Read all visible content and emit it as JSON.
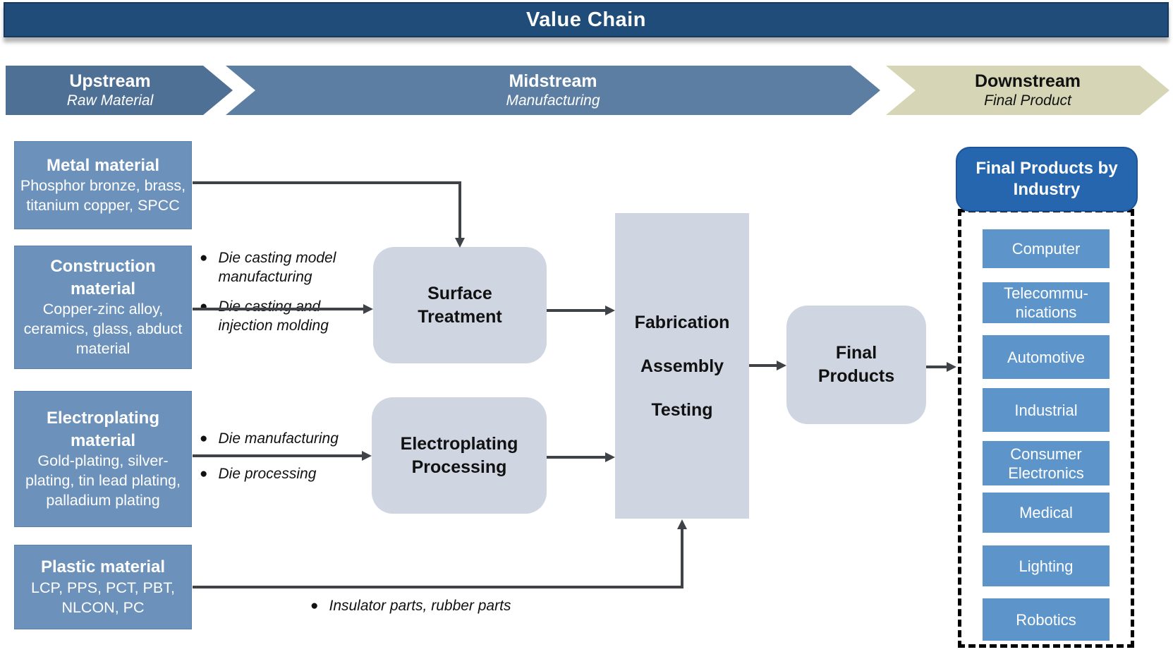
{
  "title": "Value Chain",
  "banners": {
    "upstream": {
      "title": "Upstream",
      "subtitle": "Raw Material"
    },
    "midstream": {
      "title": "Midstream",
      "subtitle": "Manufacturing"
    },
    "downstream": {
      "title": "Downstream",
      "subtitle": "Final Product"
    }
  },
  "materials": [
    {
      "title": "Metal material",
      "desc": "Phosphor bronze, brass, titanium copper, SPCC"
    },
    {
      "title": "Construction material",
      "desc": "Copper-zinc alloy, ceramics, glass, abduct material"
    },
    {
      "title": "Electroplating material",
      "desc": "Gold-plating, silver-plating, tin lead plating, palladium plating"
    },
    {
      "title": "Plastic material",
      "desc": "LCP, PPS, PCT, PBT, NLCON, PC"
    }
  ],
  "bullets": {
    "surface_inputs": [
      "Die casting model manufacturing",
      "Die casting and injection molding"
    ],
    "electroplating_inputs": [
      "Die manufacturing",
      "Die processing"
    ],
    "plastic_inputs": [
      "Insulator parts, rubber parts"
    ]
  },
  "process": {
    "surface_treatment": "Surface\nTreatment",
    "electroplating_processing": "Electroplating\nProcessing",
    "fabrication_lines": [
      "Fabrication",
      "Assembly",
      "Testing"
    ],
    "final_products": "Final\nProducts"
  },
  "right_panel": {
    "header": "Final Products by\nIndustry",
    "industries": [
      "Computer",
      "Telecommu-\nnications",
      "Automotive",
      "Industrial",
      "Consumer Electronics",
      "Medical",
      "Lighting",
      "Robotics"
    ]
  },
  "colors": {
    "title_bar": "#1F4C78",
    "upstream": "#4F7095",
    "midstream": "#5D7EA3",
    "downstream": "#D6D6B7",
    "material_box": "#6C92BB",
    "process_box": "#CFD5E1",
    "industry_header": "#2566AF",
    "industry_box": "#5D95CB",
    "arrow": "#3F4347"
  }
}
